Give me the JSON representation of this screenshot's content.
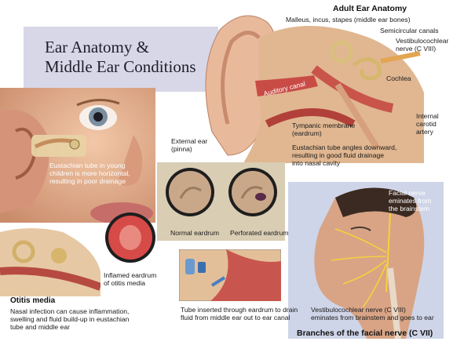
{
  "title": {
    "line1": "Ear Anatomy &",
    "line2": "Middle Ear Conditions"
  },
  "adult": {
    "heading": "Adult Ear Anatomy",
    "ossicles": "Malleus, incus, stapes (middle ear bones)",
    "canals": "Semicircular canals",
    "vest1": "Vestibulocochlear",
    "vest2": "nerve (C VIII)",
    "cochlea": "Cochlea",
    "canal": "Auditory canal",
    "carotid1": "Internal",
    "carotid2": "carotid",
    "carotid3": "artery",
    "tymp1": "Tympanic membrane",
    "tymp2": "(eardrum)",
    "ext1": "External ear",
    "ext2": "(pinna)",
    "eust1": "Eustachian tube angles downward,",
    "eust2": "resulting in good fluid drainage",
    "eust3": "into nasal cavity"
  },
  "child": {
    "line1": "Eustachian tube in young",
    "line2": "children is more horizontal,",
    "line3": "resulting in poor drainage"
  },
  "eardrums": {
    "normal": "Normal eardrum",
    "perforated": "Perforated eardrum"
  },
  "otitis": {
    "inflamed1": "Inflamed eardrum",
    "inflamed2": "of otitis media",
    "heading": "Otitis media",
    "body1": "Nasal infection can cause inflammation,",
    "body2": "swelling and fluid build-up in eustachian",
    "body3": "tube and middle ear"
  },
  "tube": {
    "line1": "Tube inserted through eardrum to drain",
    "line2": "fluid from middle ear out to ear canal"
  },
  "facial": {
    "nerve1": "Facial nerve",
    "nerve2": "eminates from",
    "nerve3": "the brainstem",
    "vest1": "Vestibulocochlear nerve (C VIII)",
    "vest2": "eminates from brainstem and goes to ear",
    "heading": "Branches of the facial nerve (C VII)"
  },
  "colors": {
    "title_bg": "#d7d7e8",
    "facial_bg": "#cfd5e8",
    "eardrum_bg": "#d9cdb4",
    "nerve": "#f2d43a"
  },
  "icons": [
    "child-face",
    "adult-ear-cross-section",
    "normal-eardrum",
    "perforated-eardrum",
    "inflamed-eardrum",
    "middle-ear-cross-section",
    "ear-tube",
    "head-facial-nerve"
  ]
}
